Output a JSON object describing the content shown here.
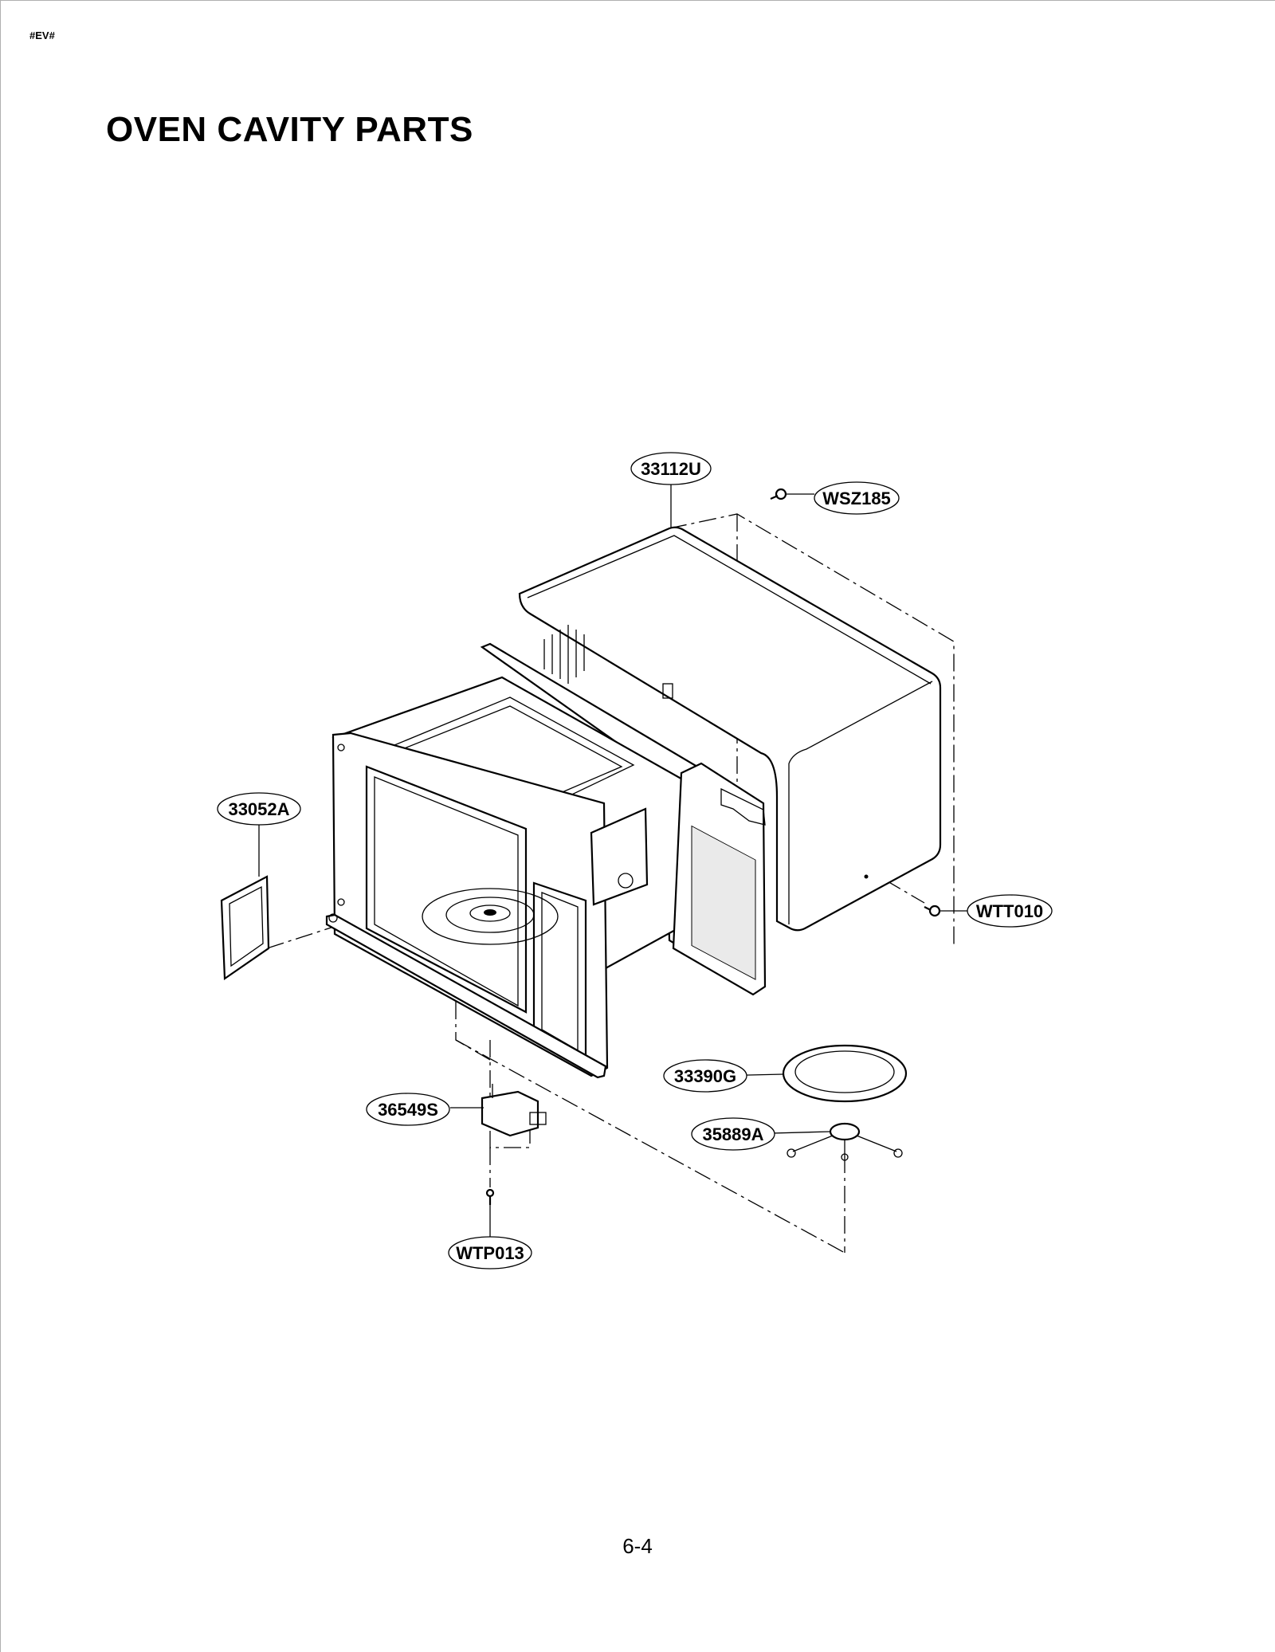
{
  "header": {
    "tag": "#EV#",
    "title": "OVEN CAVITY PARTS"
  },
  "callouts": {
    "cabinet": "33112U",
    "top_screw": "WSZ185",
    "side_screw": "WTT010",
    "waveguide_cover": "33052A",
    "glass_tray": "33390G",
    "roller_guide": "35889A",
    "turntable_motor": "36549S",
    "motor_screw": "WTP013"
  },
  "footer": {
    "page_number": "6-4"
  }
}
